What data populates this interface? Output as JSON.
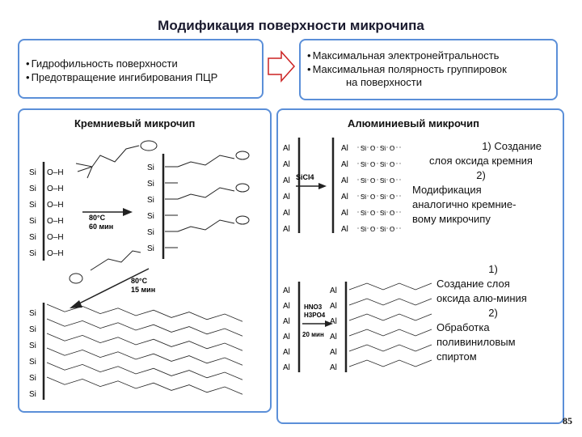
{
  "title": "Модификация поверхности микрочипа",
  "left_box": {
    "items": [
      "Гидрофильность поверхности",
      "Предотвращение ингибирования ПЦР"
    ]
  },
  "right_box": {
    "items": [
      "Максимальная электронейтральность",
      "Максимальная полярность группировок",
      "на поверхности"
    ]
  },
  "silicon": {
    "title": "Кремниевый микрочип",
    "step1": {
      "temp": "80°C",
      "time": "60 мин"
    },
    "step2": {
      "temp": "80°C",
      "time": "15 мин"
    },
    "si_label": "Si",
    "oh_label": "O–H"
  },
  "aluminum": {
    "title": "Алюминиевый микрочип",
    "al_label": "Al",
    "sicl4": "SiCl4",
    "acid1": "HNO3",
    "acid2": "H3PO4",
    "acid_time": "20 мин",
    "note1": [
      "1) Создание",
      "слоя оксида кремния",
      "2)",
      "Модификация",
      "аналогично кремние-",
      "вому микрочипу"
    ],
    "note2": [
      "1)",
      "Создание слоя",
      "оксида алю-миния",
      "2)",
      "Обработка",
      "поливиниловым",
      "спиртом"
    ]
  },
  "page_number": "85",
  "colors": {
    "frame": "#5b8fd8",
    "arrow_fill": "#ffffff",
    "arrow_stroke": "#cc2222"
  }
}
